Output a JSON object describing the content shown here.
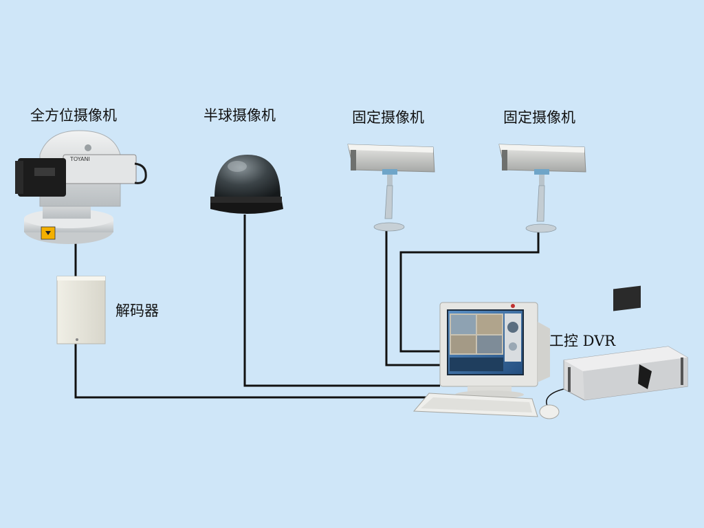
{
  "labels": {
    "ptz_camera": "全方位摄像机",
    "dome_camera": "半球摄像机",
    "fixed_camera_1": "固定摄像机",
    "fixed_camera_2": "固定摄像机",
    "decoder": "解码器",
    "dvr": "工控 DVR"
  },
  "device_text": {
    "camera_brand": "TOYANI"
  },
  "colors": {
    "background": "#cfe6f8",
    "cable": "#111111",
    "device_metal": "#cfd3d4",
    "device_dark": "#1c1c1c",
    "monitor_shell": "#e6e6e3",
    "screen_accent": "#1f6fb8"
  }
}
